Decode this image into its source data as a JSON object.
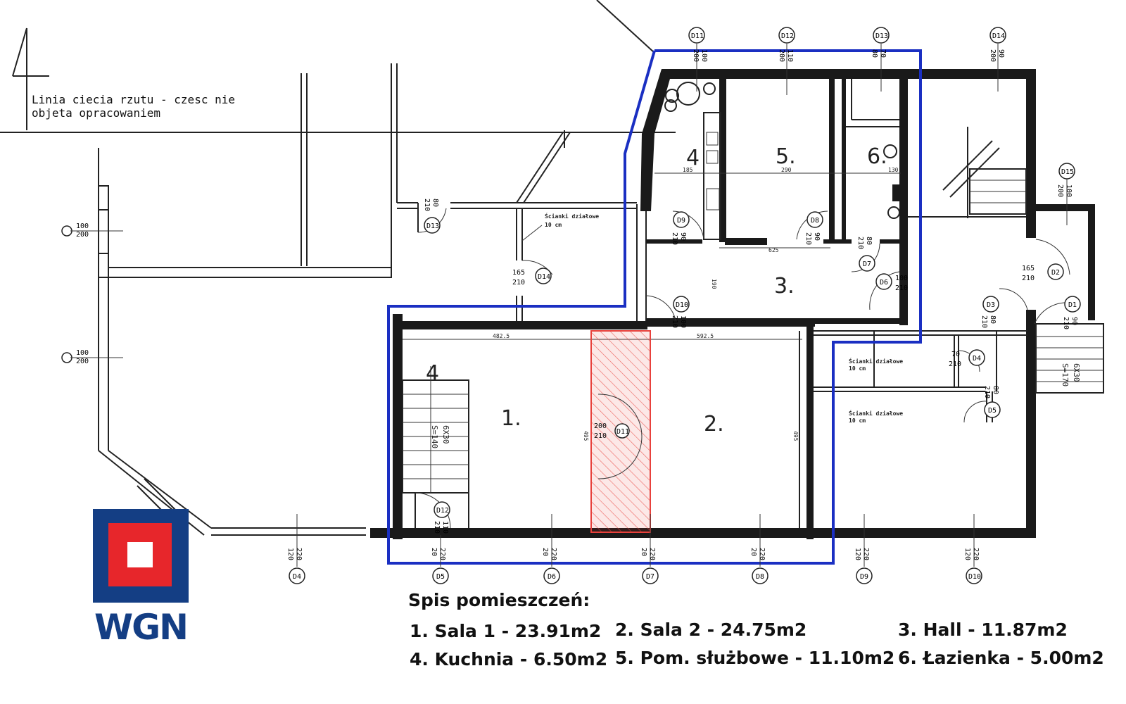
{
  "note": {
    "line1": "Linia ciecia rzutu - czesc nie",
    "line2": "objeta opracowaniem"
  },
  "rooms": [
    {
      "num": "1."
    },
    {
      "num": "2."
    },
    {
      "num": "3."
    },
    {
      "num": "4"
    },
    {
      "num": "5."
    },
    {
      "num": "6."
    }
  ],
  "labels": {
    "partition1": "Ścianki działowe",
    "partition1b": "10 cm",
    "partition2": "Ścianki działowe",
    "partition2b": "10 cm",
    "partition3": "Ścianki działowe",
    "partition3b": "10 cm",
    "stairs1": "6X30",
    "stairs1b": "S=140",
    "stairs2": "6X30",
    "stairs2b": "S=170",
    "dim_482": "482.5",
    "dim_592": "592.5",
    "dim_185": "185",
    "dim_290": "290",
    "dim_130": "130",
    "dim_625": "625",
    "dim_495a": "495",
    "dim_495b": "495",
    "dim_190": "190",
    "four": "4"
  },
  "tags": {
    "D11": "D11",
    "D12": "D12",
    "D13": "D13",
    "D14": "D14",
    "D15": "D15",
    "D9": "D9",
    "D8": "D8",
    "D7": "D7",
    "D6": "D6",
    "D10": "D10",
    "D3": "D3",
    "D2": "D2",
    "D1": "D1",
    "D4": "D4",
    "D5": "D5",
    "D12b": "D12",
    "D14b": "D14",
    "D13b": "D13",
    "D11b": "D11",
    "D04": "D4",
    "D05": "D5",
    "D06": "D6",
    "D07": "D7",
    "D08": "D8",
    "D09": "D9",
    "D010": "D10"
  },
  "sizes": {
    "s100_200a": "100",
    "s100_200a2": "200",
    "s100_200b": "100",
    "s100_200b2": "200",
    "top11a": "200",
    "top11b": "100",
    "top12a": "200",
    "top12b": "110",
    "top13a": "80",
    "top13b": "70",
    "top14a": "200",
    "top14b": "90",
    "d15a": "200",
    "d15b": "100",
    "d13a": "210",
    "d13b": "80",
    "d14a": "165",
    "d14b": "210",
    "d9a": "210",
    "d9b": "90",
    "d8a": "210",
    "d8b": "90",
    "d7a": "210",
    "d7b": "80",
    "d6a": "100",
    "d6b": "210",
    "d10a": "210",
    "d10b": "100",
    "d2a": "165",
    "d2b": "210",
    "d3a": "210",
    "d3b": "80",
    "d1a": "210",
    "d1b": "90",
    "d4a": "70",
    "d4b": "210",
    "d5a": "210",
    "d5b": "80",
    "d11a": "200",
    "d11b": "210",
    "d12a": "210",
    "d12b": "110",
    "b04a": "120",
    "b04b": "220",
    "b05a": "20",
    "b05b": "220",
    "b06a": "20",
    "b06b": "220",
    "b07a": "20",
    "b07b": "220",
    "b08a": "20",
    "b08b": "220",
    "b09a": "120",
    "b09b": "220",
    "b010a": "120",
    "b010b": "220"
  },
  "legend": {
    "title": "Spis pomieszczeń:",
    "items": [
      "1. Sala 1 - 23.91m2",
      "2. Sala 2 - 24.75m2",
      "3. Hall - 11.87m2",
      "4. Kuchnia - 6.50m2",
      "5. Pom. służbowe - 11.10m2",
      "6. Łazienka - 5.00m2"
    ]
  },
  "logo": {
    "text": "WGN",
    "colors": {
      "blue": "#143e84",
      "red": "#e7262b",
      "white": "#ffffff"
    }
  },
  "colors": {
    "outline": "#1a2fc2",
    "highlight": "#e8413c"
  }
}
